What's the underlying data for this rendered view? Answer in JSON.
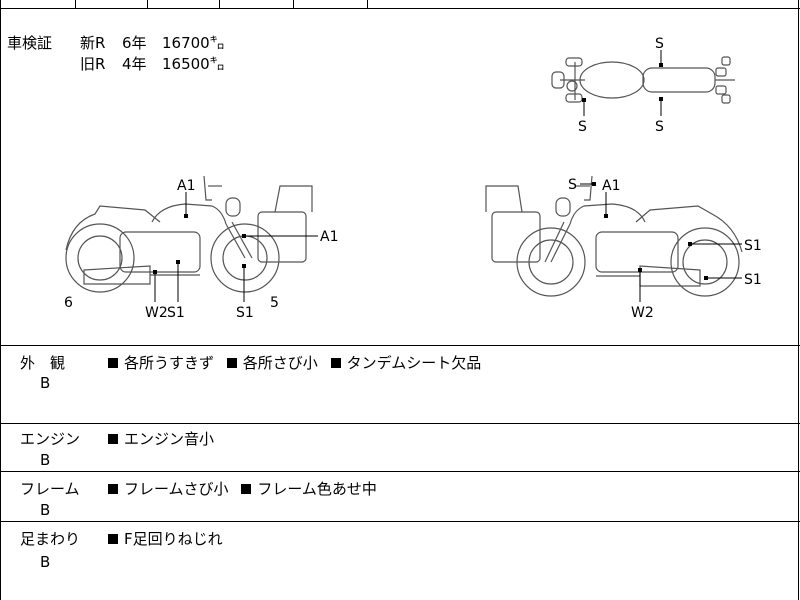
{
  "inspection": {
    "label": "車検証",
    "rows": [
      {
        "type": "新R",
        "years": "6年",
        "distance": "16700㌔"
      },
      {
        "type": "旧R",
        "years": "4年",
        "distance": "16500㌔"
      }
    ]
  },
  "diagram": {
    "top_view": {
      "s_top": "S",
      "s_bottom_left": "S",
      "s_bottom_right": "S"
    },
    "left_side": {
      "a1_top": "A1",
      "a1_right": "A1",
      "w2": "W2",
      "s1_a": "S1",
      "s1_b": "S1",
      "num_6": "6",
      "num_5": "5"
    },
    "right_side": {
      "s_top": "S",
      "a1_top": "A1",
      "s1_a": "S1",
      "s1_b": "S1",
      "w2": "W2"
    }
  },
  "sections": [
    {
      "name": "外　観",
      "grade": "B",
      "items": [
        "各所うすきず",
        "各所さび小",
        "タンデムシート欠品"
      ]
    },
    {
      "name": "エンジン",
      "grade": "B",
      "items": [
        "エンジン音小"
      ]
    },
    {
      "name": "フレーム",
      "grade": "B",
      "items": [
        "フレームさび小",
        "フレーム色あせ中"
      ]
    },
    {
      "name": "足まわり",
      "grade": "B",
      "items": [
        "F足回りねじれ"
      ]
    }
  ]
}
